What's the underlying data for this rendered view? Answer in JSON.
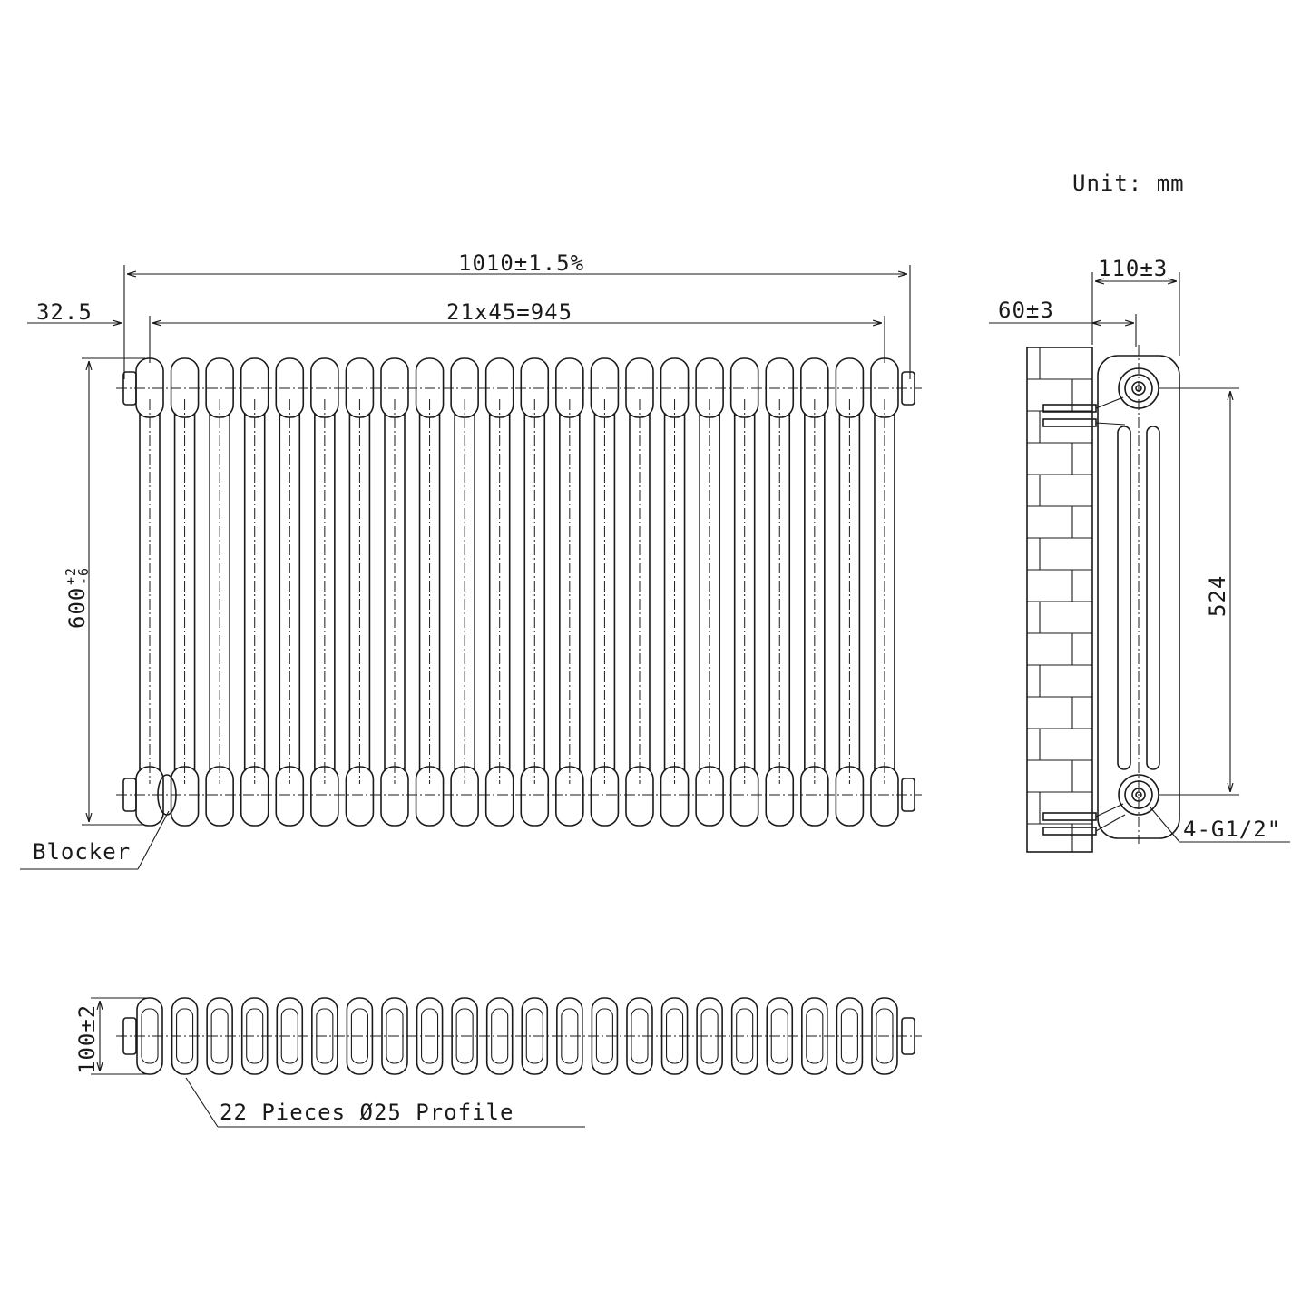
{
  "unit_label": "Unit: mm",
  "front_view": {
    "overall_width": "1010±1.5%",
    "column_pitch": "21x45=945",
    "end_offset": "32.5",
    "height": "600",
    "height_tol_upper": "+2",
    "height_tol_lower": "-6",
    "blocker_label": "Blocker",
    "columns": 22
  },
  "side_view": {
    "depth": "110±3",
    "wall_gap": "60±3",
    "pipe_centres": "524",
    "connections": "4-G1/2\""
  },
  "top_view": {
    "depth": "100±2",
    "profile_label": "22 Pieces Ø25 Profile"
  },
  "colors": {
    "line": "#1a1a1a",
    "background": "#ffffff"
  }
}
